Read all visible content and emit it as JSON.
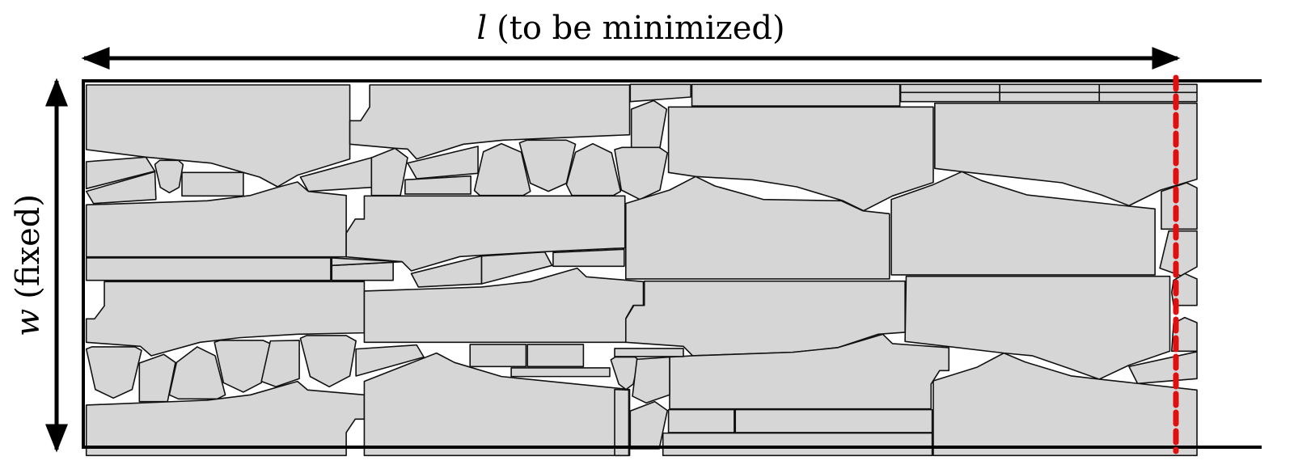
{
  "diagram": {
    "length_label": {
      "symbol": "l",
      "text": "(to be minimized)"
    },
    "width_label": {
      "symbol": "w",
      "text": "(fixed)"
    },
    "colors": {
      "piece_fill": "#d6d6d6",
      "outline": "#111111",
      "boundary": "#e01010"
    }
  }
}
